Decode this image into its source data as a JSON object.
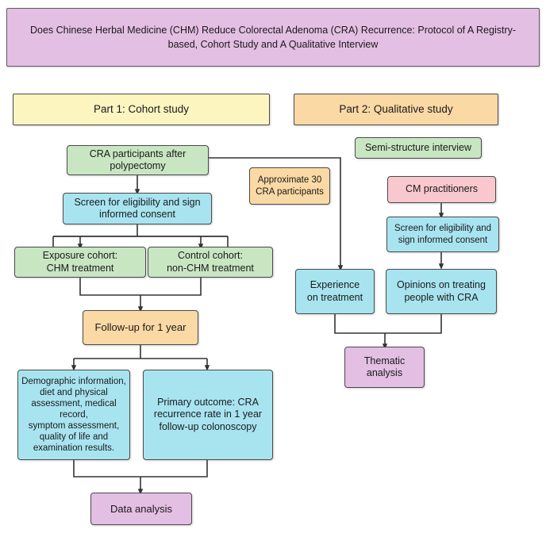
{
  "figure": {
    "title": "Does Chinese Herbal Medicine (CHM) Reduce Colorectal Adenoma (CRA) Recurrence: Protocol of A Registry-based, Cohort Study and A Qualitative Interview",
    "background": "#ffffff"
  },
  "colors": {
    "title_fill": "#e3bfe3",
    "yellow_fill": "#fcf5c0",
    "orange_fill": "#fbd9a5",
    "green_fill": "#c8e6c2",
    "blue_fill": "#a8e4f0",
    "pink_fill": "#f8c8ce",
    "purple_fill": "#e3bfe3",
    "border": "#4a4a4a",
    "connector": "#333333"
  },
  "part1": {
    "header": "Part 1: Cohort study",
    "nodes": {
      "cra_participants": "CRA participants after\npolypectomy",
      "screen_consent": "Screen for eligibility and sign\ninformed consent",
      "exposure_cohort": "Exposure cohort:\nCHM treatment",
      "control_cohort": "Control cohort:\nnon-CHM treatment",
      "follow_up": "Follow-up for 1 year",
      "demographic": "Demographic information,\ndiet and physical\nassessment, medical record,\nsymptom assessment,\nquality of life and\nexamination results.",
      "primary_outcome": "Primary outcome: CRA\nrecurrence rate in 1 year\nfollow-up colonoscopy",
      "data_analysis": "Data analysis"
    }
  },
  "part2": {
    "header": "Part 2: Qualitative study",
    "nodes": {
      "semi_structure": "Semi-structure interview",
      "approximate_30": "Approximate 30\nCRA participants",
      "cm_practitioners": "CM practitioners",
      "screen_consent2": "Screen for eligibility and\nsign informed consent",
      "experience": "Experience\non treatment",
      "opinions": "Opinions on treating\npeople with CRA",
      "thematic_analysis": "Thematic\nanalysis"
    }
  }
}
